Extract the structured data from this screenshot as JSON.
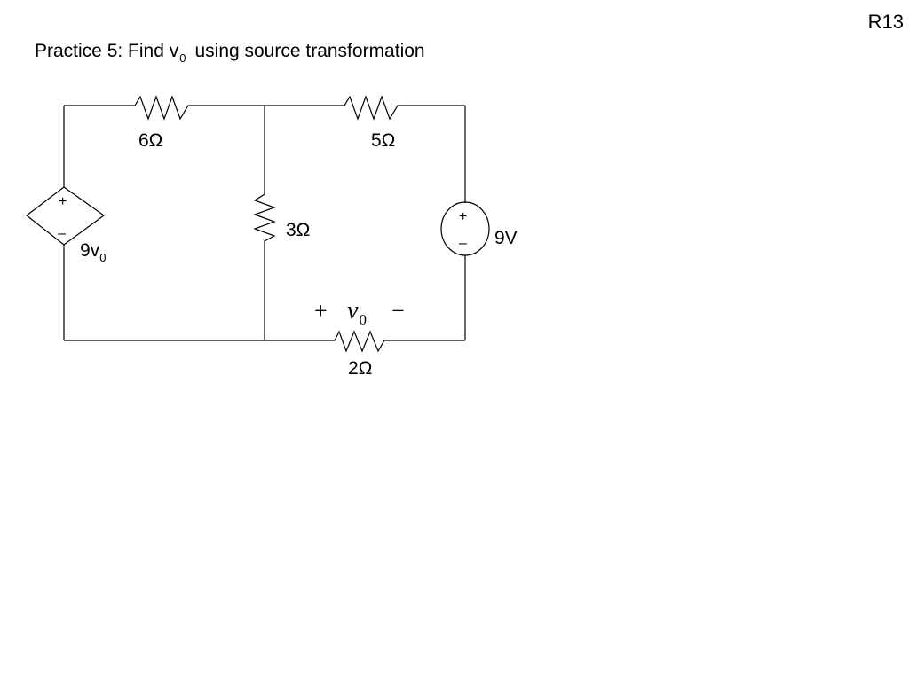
{
  "slide": {
    "number": "R13"
  },
  "title": {
    "prefix": "Practice 5:  Find v",
    "subscript": "0",
    "suffix": "using source transformation"
  },
  "circuit": {
    "resistors": {
      "r6": "6Ω",
      "r5": "5Ω",
      "r3": "3Ω",
      "r2": "2Ω"
    },
    "dependent_source": {
      "plus": "+",
      "minus": "–",
      "label": "9v",
      "label_sub": "0"
    },
    "voltage_source": {
      "plus": "+",
      "minus": "–",
      "label": "9V"
    },
    "vo_marker": {
      "plus": "+",
      "symbol": "v",
      "subscript": "0",
      "minus": "−"
    }
  }
}
